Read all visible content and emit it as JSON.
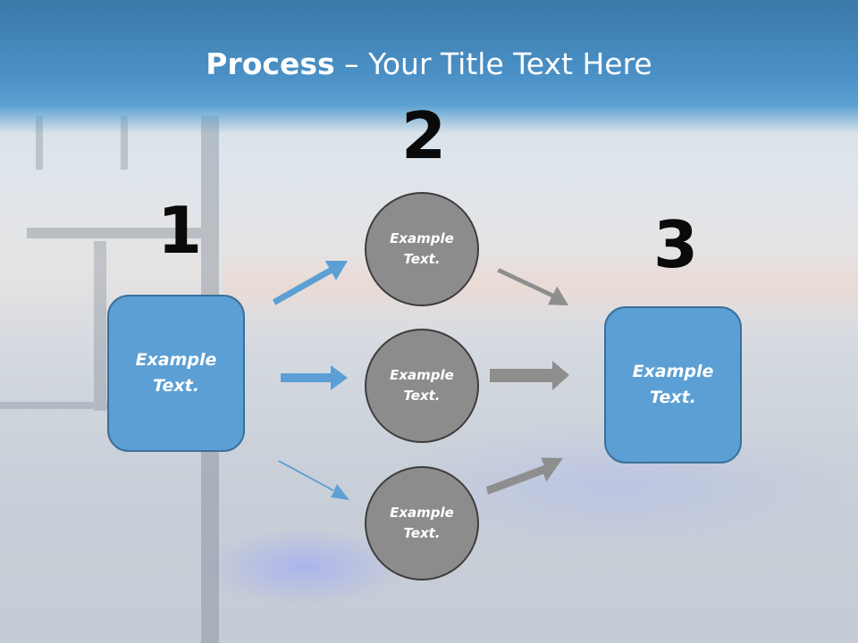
{
  "title": {
    "bold": "Process",
    "rest": " – Your Title Text Here"
  },
  "steps": [
    {
      "number": "1",
      "text": "Example Text."
    },
    {
      "number": "2"
    },
    {
      "number": "3",
      "text": "Example Text."
    }
  ],
  "circles": [
    {
      "text": "Example Text."
    },
    {
      "text": "Example Text."
    },
    {
      "text": "Example Text."
    }
  ],
  "colors": {
    "box_fill": "#5b9fd4",
    "circle_fill": "#8c8c8c",
    "blue_arrow": "#5b9fd4",
    "gray_arrow": "#8e8e8e",
    "title_band": "#4a90c6"
  }
}
